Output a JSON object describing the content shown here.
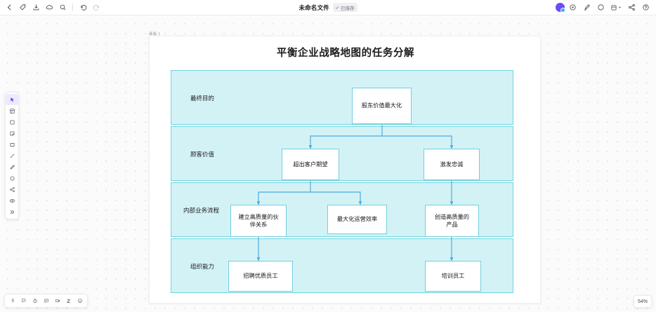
{
  "app": {
    "document_title": "未命名文件",
    "document_badge": "已保存",
    "zoom_level": "54%",
    "frame_label": "画板 1"
  },
  "topbar": {
    "left_tools": [
      {
        "name": "back-icon",
        "label": "返回"
      },
      {
        "name": "tag-icon",
        "label": "标签"
      },
      {
        "name": "download-icon",
        "label": "下载"
      },
      {
        "name": "cloud-icon",
        "label": "云同步"
      },
      {
        "name": "search-icon",
        "label": "搜索"
      },
      {
        "name": "undo-icon",
        "label": "撤销"
      },
      {
        "name": "redo-icon",
        "label": "重做"
      }
    ],
    "right_tools": [
      {
        "name": "avatar",
        "label": "用户头像"
      },
      {
        "name": "record-icon",
        "label": "录制"
      },
      {
        "name": "presentation-icon",
        "label": "演示"
      },
      {
        "name": "circle-icon",
        "label": "评论"
      },
      {
        "name": "panel-icon",
        "label": "面板"
      },
      {
        "name": "share-icon",
        "label": "分享"
      },
      {
        "name": "help-icon",
        "label": "帮助"
      }
    ]
  },
  "left_toolbar": {
    "items": [
      {
        "name": "cursor-tool",
        "label": "选择",
        "active": true
      },
      {
        "name": "frame-tool",
        "label": "画板"
      },
      {
        "name": "square-tool",
        "label": "矩形"
      },
      {
        "name": "sticky-note-tool",
        "label": "便签"
      },
      {
        "name": "rectangle-tool",
        "label": "形状"
      },
      {
        "name": "line-tool",
        "label": "直线"
      },
      {
        "name": "pen-tool",
        "label": "画笔"
      },
      {
        "name": "shape-tool",
        "label": "圆形"
      },
      {
        "name": "connector-tool",
        "label": "连接线"
      },
      {
        "name": "magic-tool",
        "label": "魔法"
      },
      {
        "name": "more-tool",
        "label": "更多"
      }
    ]
  },
  "bottom_toolbar": {
    "items": [
      {
        "name": "cursor-mode-icon",
        "label": "S"
      },
      {
        "name": "comment-icon",
        "label": "评论"
      },
      {
        "name": "timer-icon",
        "label": "计时器"
      },
      {
        "name": "chat-icon",
        "label": "聊天"
      },
      {
        "name": "video-icon",
        "label": "视频"
      },
      {
        "name": "zen-icon",
        "label": "Z"
      },
      {
        "name": "emoji-icon",
        "label": "表情"
      }
    ]
  },
  "diagram": {
    "title": "平衡企业战略地图的任务分解",
    "theme": {
      "band_fill": "#d3f2f5",
      "band_border": "#6fd4de",
      "node_fill": "#ffffff",
      "node_border": "#72cfe0",
      "connector": "#4aa8dd"
    },
    "bands": [
      {
        "id": "band-1",
        "label": "最终目的",
        "nodes": [
          {
            "id": "n1",
            "text": "股东价值最大化"
          }
        ]
      },
      {
        "id": "band-2",
        "label": "顾客价值",
        "nodes": [
          {
            "id": "n2",
            "text": "超出客户期望"
          },
          {
            "id": "n3",
            "text": "激发忠诚"
          }
        ]
      },
      {
        "id": "band-3",
        "label": "内部业务流程",
        "nodes": [
          {
            "id": "n4",
            "text": "建立高质量的伙\n伴关系"
          },
          {
            "id": "n5",
            "text": "最大化运营效率"
          },
          {
            "id": "n6",
            "text": "创造高质量的\n产品"
          }
        ]
      },
      {
        "id": "band-4",
        "label": "组织能力",
        "nodes": [
          {
            "id": "n7",
            "text": "招聘优质员工"
          },
          {
            "id": "n8",
            "text": "培训员工"
          }
        ]
      }
    ]
  }
}
